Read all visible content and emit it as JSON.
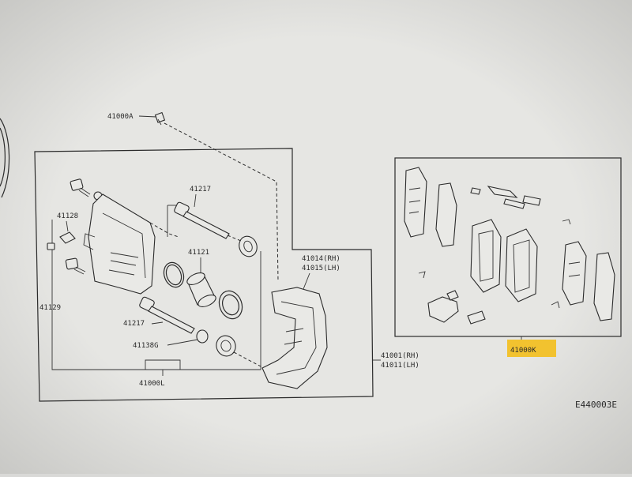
{
  "labels": {
    "bolt_top": "41000A",
    "pin_upper": "41217",
    "bleeder": "41128",
    "piston": "41121",
    "bracket_rh": "41014(RH)",
    "bracket_lh": "41015(LH)",
    "caliper_left": "41129",
    "pin_lower": "41217",
    "boot_kit": "41138G",
    "kit": "41000L",
    "assy_rh": "41001(RH)",
    "assy_lh": "41011(LH)",
    "pad_kit": "41000K",
    "figure_code": "E440003E"
  },
  "colors": {
    "paper": "#e4e4e1",
    "ink": "#2b2b2b",
    "highlight": "#f2c22f"
  }
}
